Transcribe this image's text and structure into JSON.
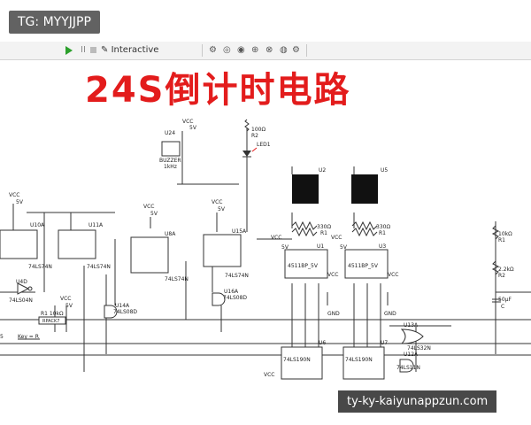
{
  "watermark_top": "TG: MYYJJPP",
  "watermark_bottom": "ty-ky-kaiyunappzun.com",
  "toolbar": {
    "mode_label": "Interactive",
    "pause_glyph": "II"
  },
  "title": "24S倒计时电路",
  "labels": {
    "vcc": "VCC",
    "v5": "5V",
    "gnd": "GND",
    "u24": "U24",
    "buzzer": "BUZZER",
    "freq": "1kHz",
    "r2_val": "100Ω",
    "r2": "R2",
    "led1": "LED1",
    "u2": "U2",
    "u5": "U5",
    "r330": "330Ω",
    "r1": "R1",
    "u1": "U1",
    "u3": "U3",
    "dec": "4511BP_5V",
    "u10a": "U10A",
    "u11a": "U11A",
    "u8a": "U8A",
    "u15a": "U15A",
    "ls74": "74LS74N",
    "u4d": "U4D",
    "ls04": "74LS04N",
    "u14a": "U14A",
    "u16a": "U16A",
    "ls08": "74LS08D",
    "r1_10k": "R1 10kΩ",
    "rpack": "RPACK7",
    "key": "Key = R",
    "num5": "5",
    "u6": "U6",
    "u7": "U7",
    "ls190": "74LS190N",
    "u13a": "U13A",
    "u12a": "U12A",
    "ls32": "74LS32N",
    "ls11": "74LS11N",
    "r10k": "10kΩ",
    "r22k": "2.2kΩ",
    "r2b": "R2",
    "c50": "50µF",
    "c": "C"
  }
}
